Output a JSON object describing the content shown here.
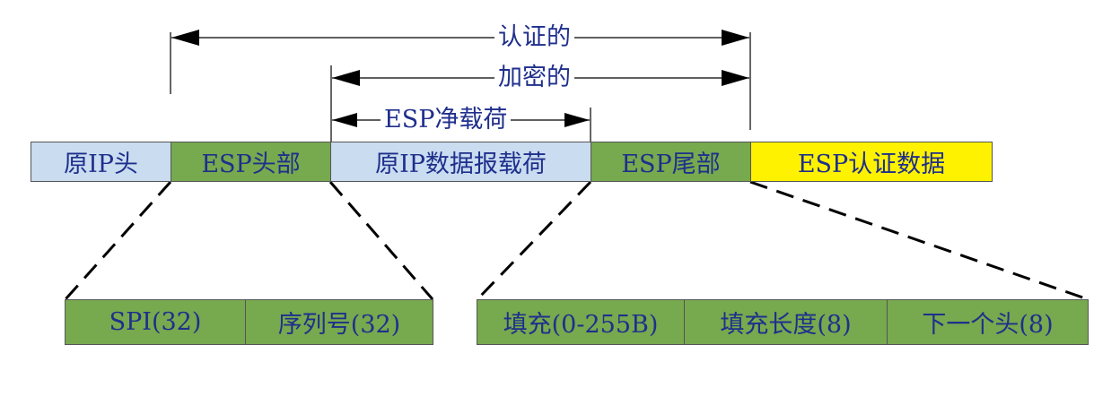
{
  "colors": {
    "ip_header": "#c9dcf0",
    "esp_green": "#77a94e",
    "esp_auth": "#fff200",
    "text": "#1f2f8c",
    "line": "#000000"
  },
  "labels": {
    "authenticated": "认证的",
    "encrypted": "加密的",
    "esp_payload": "ESP净载荷"
  },
  "packet": [
    "原IP头",
    "ESP头部",
    "原IP数据报载荷",
    "ESP尾部",
    "ESP认证数据"
  ],
  "esp_header_fields": [
    "SPI(32)",
    "序列号(32)"
  ],
  "esp_trailer_fields": [
    "填充(0-255B)",
    "填充长度(8)",
    "下一个头(8)"
  ]
}
